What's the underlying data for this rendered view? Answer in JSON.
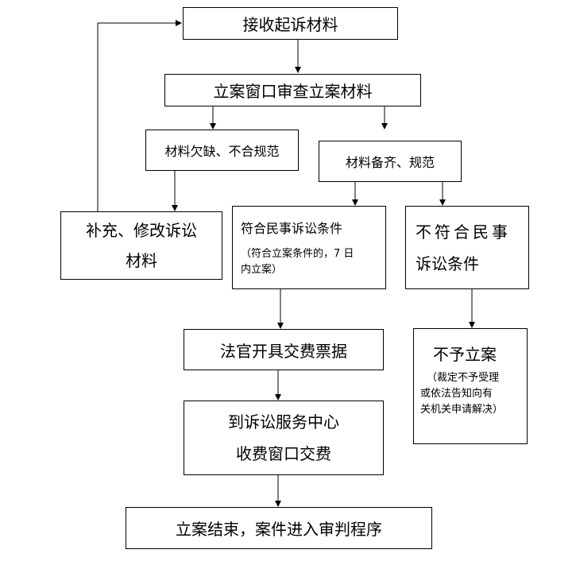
{
  "flowchart": {
    "receive": "接收起诉材料",
    "review": "立案窗口审查立案材料",
    "incomplete": "材料欠缺、不合规范",
    "complete": "材料备齐、规范",
    "supplement": {
      "line1": "补充、修改诉讼",
      "line2": "材料"
    },
    "qualifies": {
      "title": "符合民事诉讼条件",
      "note_line1": "（符合立案条件的，7 日",
      "note_line2": "内立案）"
    },
    "not_qualifies": {
      "line1": "不符合民事",
      "line2": "诉讼条件"
    },
    "issue_invoice": "法官开具交费票据",
    "pay": {
      "line1": "到诉讼服务中心",
      "line2": "收费窗口交费"
    },
    "reject": {
      "title": "不予立案",
      "note_line1": "（裁定不予受理",
      "note_line2": "或依法告知向有",
      "note_line3": "关机关申请解决）"
    },
    "end": "立案结束，案件进入审判程序"
  }
}
